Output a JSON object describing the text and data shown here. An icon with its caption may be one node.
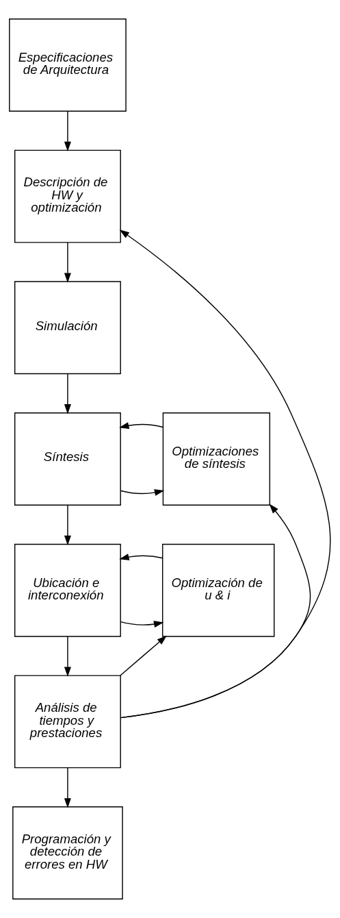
{
  "diagram": {
    "nodes": [
      {
        "text": [
          "Especificaciones de Arquitectura"
        ]
      },
      {
        "text": [
          "Descripción de HW y optimización"
        ]
      },
      {
        "text": [
          "Simulación"
        ]
      },
      {
        "text": [
          "Síntesis"
        ]
      },
      {
        "text": [
          "Optimizaciones de síntesis"
        ]
      },
      {
        "text": [
          "Ubicación e interconexión"
        ]
      },
      {
        "text": [
          "Optimización de u & i"
        ]
      },
      {
        "text": [
          "Análisis de tiempos y prestaciones"
        ]
      },
      {
        "text": [
          "Programación y detección de errores en HW"
        ]
      }
    ],
    "edges": [
      {
        "from": 0,
        "to": 1,
        "arrow": "to"
      },
      {
        "from": 1,
        "to": 2,
        "arrow": "to"
      },
      {
        "from": 2,
        "to": 3,
        "arrow": "to"
      },
      {
        "from": 3,
        "to": 4,
        "arrow": "to"
      },
      {
        "from": 4,
        "to": 3,
        "arrow": "to"
      },
      {
        "from": 3,
        "to": 5,
        "arrow": "to"
      },
      {
        "from": 5,
        "to": 6,
        "arrow": "to"
      },
      {
        "from": 6,
        "to": 5,
        "arrow": "to"
      },
      {
        "from": 5,
        "to": 7,
        "arrow": "to"
      },
      {
        "from": 7,
        "to": 8,
        "arrow": "to"
      },
      {
        "from": 7,
        "to": 1,
        "arrow": "to"
      },
      {
        "from": 7,
        "to": 4,
        "arrow": "to"
      },
      {
        "from": 7,
        "to": 6,
        "arrow": "to"
      }
    ]
  }
}
